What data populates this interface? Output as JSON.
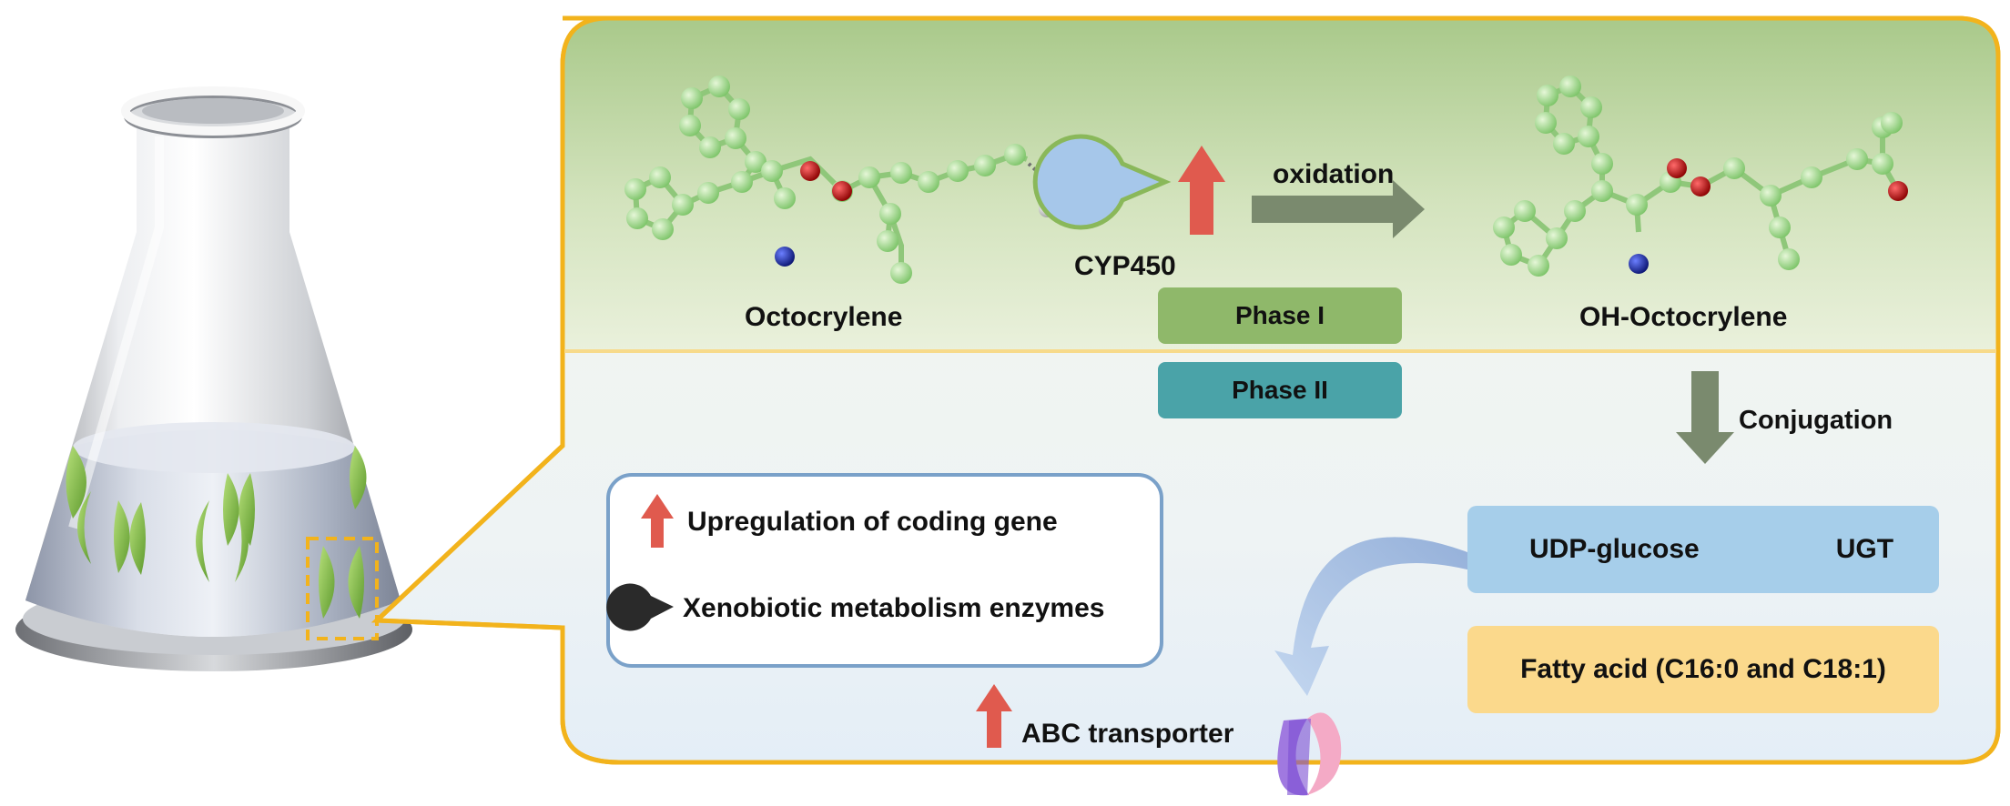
{
  "molecules": {
    "parent_name": "Octocrylene",
    "product_name": "OH-Octocrylene",
    "enzyme_phase1": "CYP450"
  },
  "reactions": {
    "oxidation": "oxidation",
    "conjugation": "Conjugation"
  },
  "phases": {
    "phase1": "Phase I",
    "phase2": "Phase II"
  },
  "legend": {
    "upregulation": "Upregulation of coding gene",
    "enzymes": "Xenobiotic metabolism enzymes"
  },
  "phase2_box": {
    "substrate": "UDP-glucose",
    "enzyme": "UGT"
  },
  "fatty_acid": "Fatty acid (C16:0 and C18:1)",
  "transporter": "ABC transporter",
  "colors": {
    "frame": "#f2b31c",
    "top_panel": "#b7d197",
    "bottom_panel": "#f0f4ee",
    "phase1_box": "#8fb86a",
    "phase2_box": "#4aa3a8",
    "udp_box": "#a6ceea",
    "fatty_box": "#fbd98c",
    "up_arrow": "#e05a4e",
    "atom_carbon": "#9fdc8a",
    "atom_oxygen": "#b01212",
    "atom_nitrogen": "#1a2a9a"
  }
}
